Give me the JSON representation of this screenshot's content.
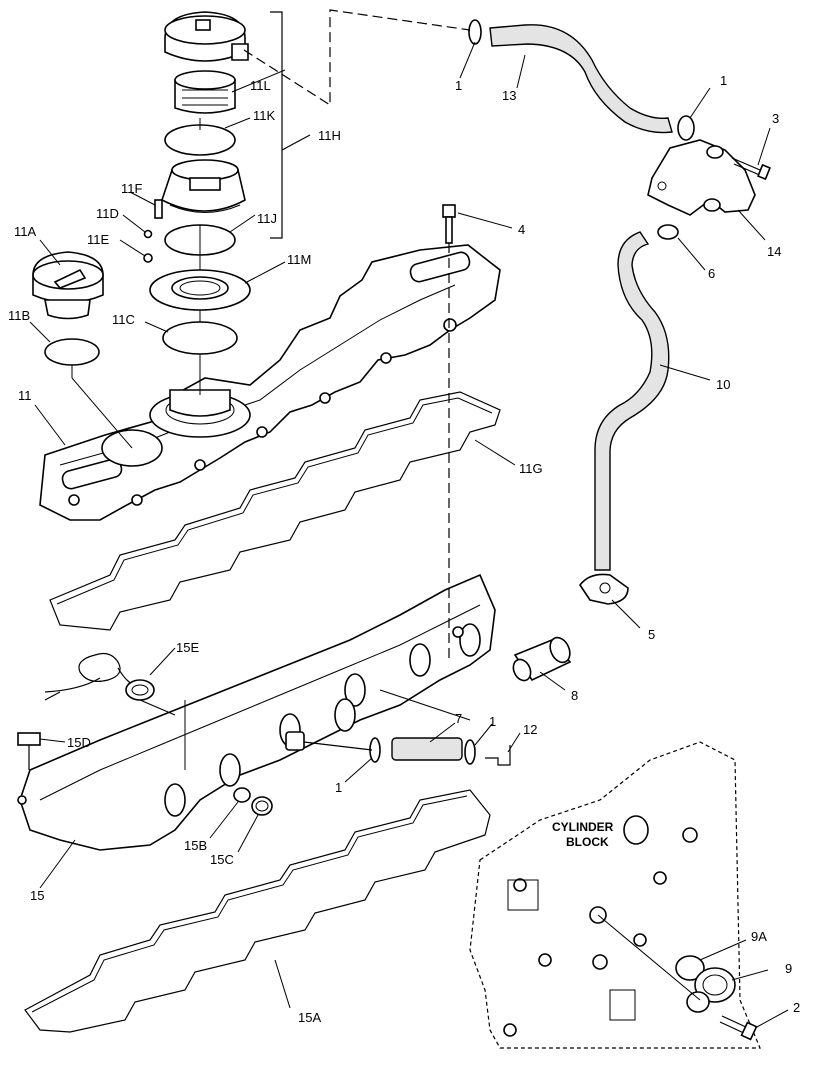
{
  "diagram": {
    "callouts": {
      "c1a": "1",
      "c1b": "1",
      "c1c": "1",
      "c1d": "1",
      "c2": "2",
      "c3": "3",
      "c4": "4",
      "c5": "5",
      "c6": "6",
      "c7": "7",
      "c8": "8",
      "c9": "9",
      "c9A": "9A",
      "c10": "10",
      "c11": "11",
      "c11A": "11A",
      "c11B": "11B",
      "c11C": "11C",
      "c11D": "11D",
      "c11E": "11E",
      "c11F": "11F",
      "c11G": "11G",
      "c11H": "11H",
      "c11J": "11J",
      "c11K": "11K",
      "c11L": "11L",
      "c11M": "11M",
      "c12": "12",
      "c13": "13",
      "c14": "14",
      "c15": "15",
      "c15A": "15A",
      "c15B": "15B",
      "c15C": "15C",
      "c15D": "15D",
      "c15E": "15E"
    },
    "block_label_line1": "CYLINDER",
    "block_label_line2": "BLOCK"
  }
}
